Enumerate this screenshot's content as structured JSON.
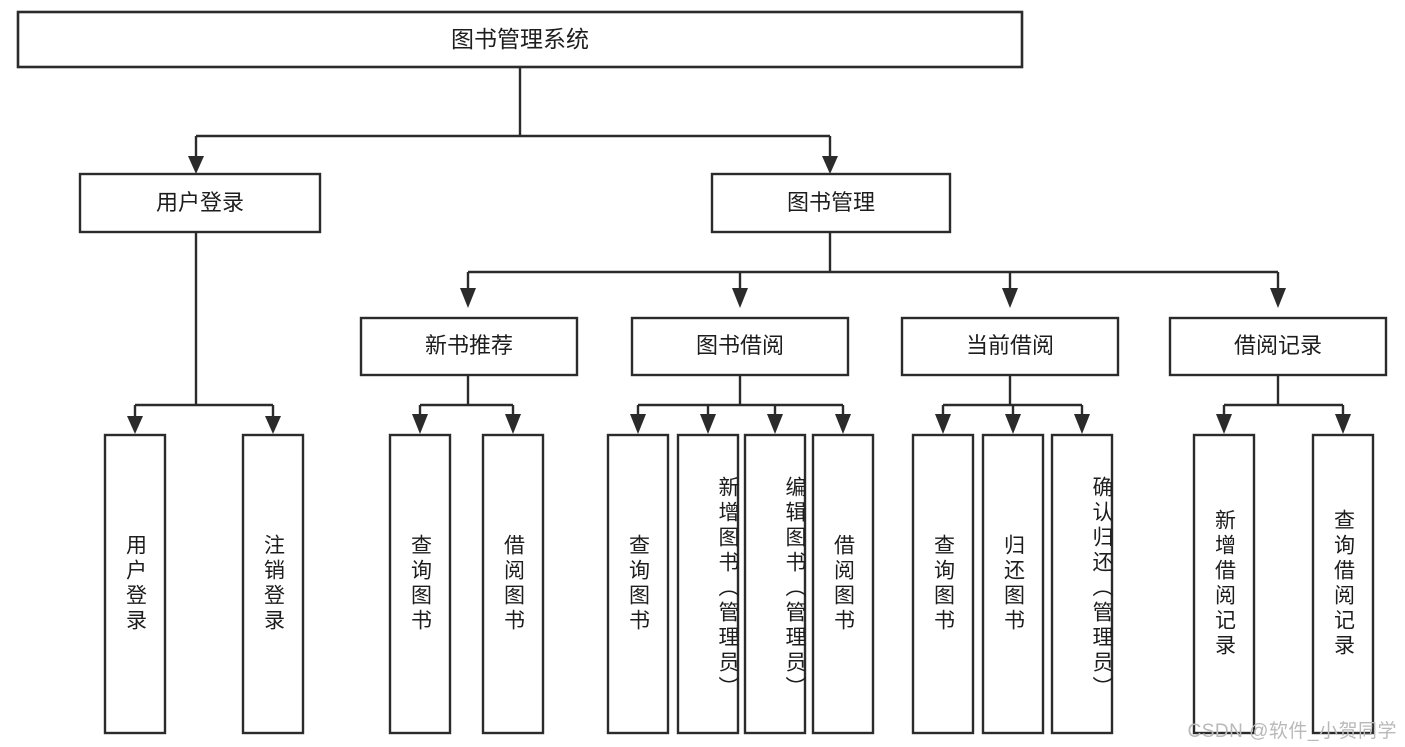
{
  "diagram": {
    "type": "tree-hierarchy",
    "title": "图书管理系统",
    "watermark": "CSDN @软件_小贺同学",
    "root": {
      "id": "root",
      "label": "图书管理系统"
    },
    "level2": [
      {
        "id": "user-login",
        "label": "用户登录"
      },
      {
        "id": "book-management",
        "label": "图书管理"
      }
    ],
    "level3": [
      {
        "id": "new-book-recommend",
        "label": "新书推荐",
        "parent": "book-management"
      },
      {
        "id": "book-borrow",
        "label": "图书借阅",
        "parent": "book-management"
      },
      {
        "id": "current-borrow",
        "label": "当前借阅",
        "parent": "book-management"
      },
      {
        "id": "borrow-record",
        "label": "借阅记录",
        "parent": "book-management"
      }
    ],
    "leaves": [
      {
        "id": "leaf-user-login",
        "label": "用户登录",
        "parent": "user-login"
      },
      {
        "id": "leaf-logout",
        "label": "注销登录",
        "parent": "user-login"
      },
      {
        "id": "leaf-query-book-1",
        "label": "查询图书",
        "parent": "new-book-recommend"
      },
      {
        "id": "leaf-borrow-book-1",
        "label": "借阅图书",
        "parent": "new-book-recommend"
      },
      {
        "id": "leaf-query-book-2",
        "label": "查询图书",
        "parent": "book-borrow"
      },
      {
        "id": "leaf-add-book",
        "label": "新增图书（管理员）",
        "parent": "book-borrow"
      },
      {
        "id": "leaf-edit-book",
        "label": "编辑图书（管理员）",
        "parent": "book-borrow"
      },
      {
        "id": "leaf-borrow-book-2",
        "label": "借阅图书",
        "parent": "book-borrow"
      },
      {
        "id": "leaf-query-book-3",
        "label": "查询图书",
        "parent": "current-borrow"
      },
      {
        "id": "leaf-return-book",
        "label": "归还图书",
        "parent": "current-borrow"
      },
      {
        "id": "leaf-confirm-return",
        "label": "确认归还（管理员）",
        "parent": "current-borrow"
      },
      {
        "id": "leaf-add-record",
        "label": "新增借阅记录",
        "parent": "borrow-record"
      },
      {
        "id": "leaf-query-record",
        "label": "查询借阅记录",
        "parent": "borrow-record"
      }
    ],
    "colors": {
      "stroke": "#2b2b2b",
      "fill": "#ffffff",
      "text": "#1d1d1d",
      "watermark": "#b9b9b9"
    }
  }
}
